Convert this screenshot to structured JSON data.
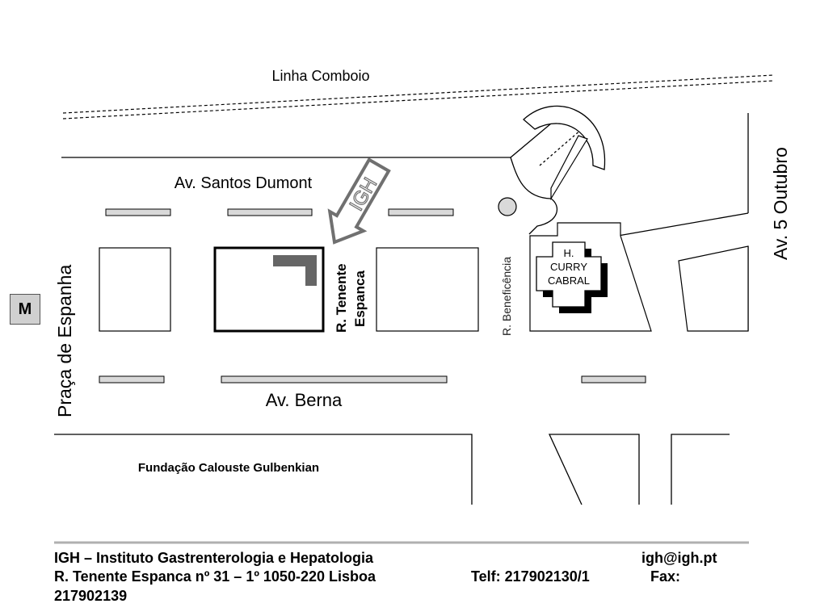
{
  "map": {
    "railway_label": "Linha Comboio",
    "streets": {
      "santos_dumont": "Av. Santos Dumont",
      "berna": "Av. Berna",
      "praca_espanha": "Praça de Espanha",
      "cinco_outubro": "Av. 5 Outubro",
      "beneficencia": "R. Beneficência",
      "tenente_espanca_1": "R. Tenente",
      "tenente_espanca_2": "Espanca"
    },
    "landmarks": {
      "gulbenkian": "Fundação Calouste Gulbenkian",
      "hospital_line1": "H.",
      "hospital_line2": "CURRY",
      "hospital_line3": "CABRAL"
    },
    "arrow_label": "IGH",
    "metro_label": "M",
    "colors": {
      "line": "#000000",
      "pedestrian_fill": "#d9d9d9",
      "arrow_stroke": "#707070",
      "building_marker": "#666666",
      "footer_rule": "#b0b0b0"
    }
  },
  "footer": {
    "org": "IGH – Instituto Gastrenterologia e Hepatologia",
    "email": "igh@igh.pt",
    "address": "R. Tenente Espanca nº 31 – 1º  1050-220 Lisboa",
    "phone": "Telf: 217902130/1",
    "fax_label": "Fax:",
    "fax_number": "217902139"
  }
}
